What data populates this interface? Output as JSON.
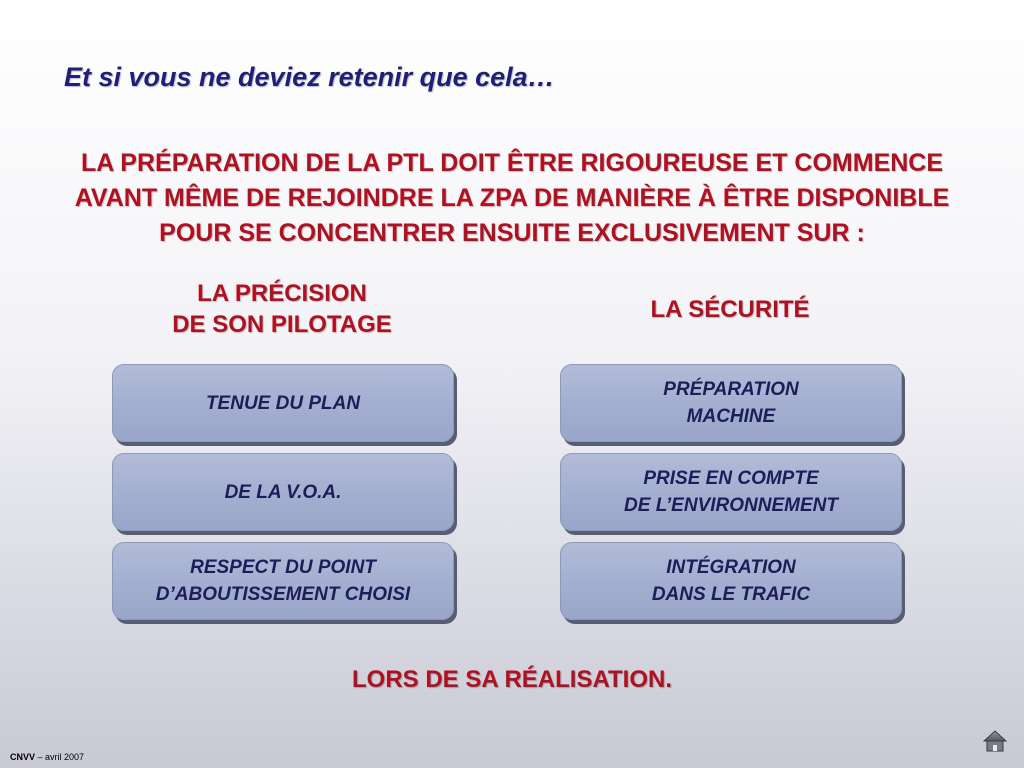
{
  "title": "Et si vous ne deviez retenir que cela…",
  "intro": {
    "line1": "LA PRÉPARATION DE LA PTL DOIT ÊTRE RIGOUREUSE ET COMMENCE",
    "line2": "AVANT MÊME DE REJOINDRE LA ZPA DE MANIÈRE À ÊTRE DISPONIBLE",
    "line3": "POUR SE CONCENTRER ENSUITE EXCLUSIVEMENT SUR :"
  },
  "columns": {
    "left": {
      "heading_line1": "LA PRÉCISION",
      "heading_line2": "DE SON PILOTAGE",
      "boxes": [
        {
          "line1": "TENUE DU PLAN",
          "line2": ""
        },
        {
          "line1": "DE LA V.O.A.",
          "line2": ""
        },
        {
          "line1": "RESPECT DU POINT",
          "line2": "D’ABOUTISSEMENT CHOISI"
        }
      ]
    },
    "right": {
      "heading_line1": "LA SÉCURITÉ",
      "heading_line2": "",
      "boxes": [
        {
          "line1": "PRÉPARATION",
          "line2": "MACHINE"
        },
        {
          "line1": "PRISE EN COMPTE",
          "line2": "DE L’ENVIRONNEMENT"
        },
        {
          "line1": "INTÉGRATION",
          "line2": "DANS LE TRAFIC"
        }
      ]
    }
  },
  "footer": "LORS DE SA RÉALISATION.",
  "credit": {
    "org": "CNVV",
    "date": " – avril 2007"
  },
  "icons": {
    "home": "home-icon"
  },
  "colors": {
    "title": "#1f1f7a",
    "accent_red": "#b01020",
    "box_fill": "#a3aed0",
    "box_text": "#1d1d5a"
  }
}
